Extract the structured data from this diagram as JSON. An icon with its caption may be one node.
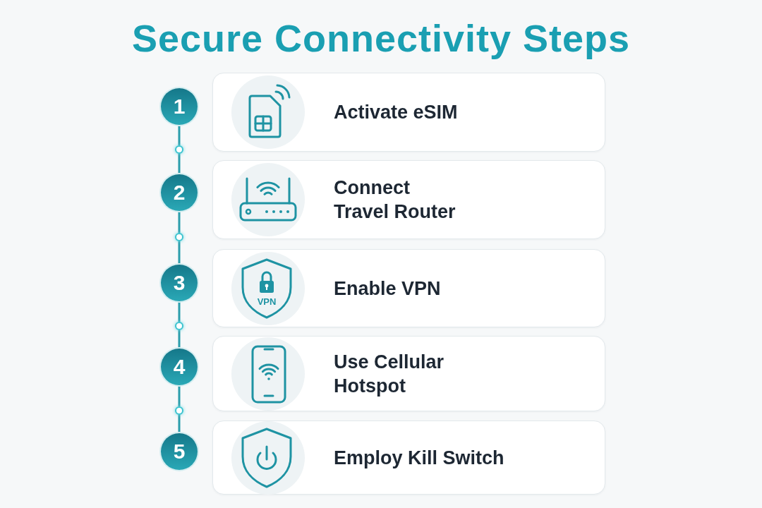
{
  "diagram": {
    "title": "Secure Connectivity Steps",
    "nodes": [
      {
        "text": [
          "1"
        ]
      },
      {
        "text": [
          "Activate eSIM"
        ]
      },
      {
        "text": [],
        "shape": "circle"
      },
      {
        "text": [
          "2"
        ]
      },
      {
        "text": [
          "Connect Travel Router"
        ]
      },
      {
        "text": [],
        "shape": "circle"
      },
      {
        "text": [
          "3"
        ]
      },
      {
        "text": [
          "Enable VPN"
        ]
      },
      {
        "text": [],
        "shape": "circle"
      },
      {
        "text": [
          "4"
        ]
      },
      {
        "text": [
          "Use Cellular Hotspot"
        ]
      },
      {
        "text": [],
        "shape": "circle"
      },
      {
        "text": [
          "5"
        ]
      },
      {
        "text": [
          "Employ Kill Switch"
        ]
      }
    ],
    "edges": [
      {
        "from": 0,
        "to": 2,
        "arrow": "none"
      },
      {
        "from": 2,
        "to": 3,
        "arrow": "none"
      },
      {
        "from": 3,
        "to": 5,
        "arrow": "none"
      },
      {
        "from": 5,
        "to": 6,
        "arrow": "none"
      },
      {
        "from": 6,
        "to": 8,
        "arrow": "none"
      },
      {
        "from": 8,
        "to": 9,
        "arrow": "none"
      },
      {
        "from": 9,
        "to": 11,
        "arrow": "none"
      },
      {
        "from": 11,
        "to": 12,
        "arrow": "none"
      }
    ],
    "labels": [
      "VPN"
    ]
  }
}
